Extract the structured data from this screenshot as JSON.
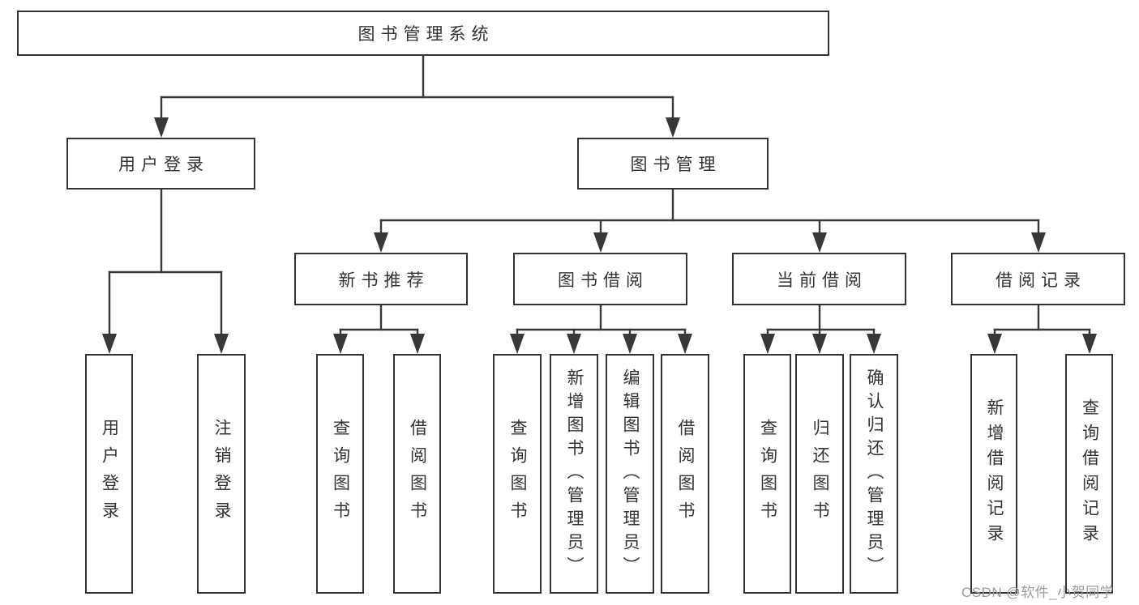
{
  "colors": {
    "line": "#383838",
    "box_border": "#333333",
    "text": "#333333",
    "watermark": "#9b9b9b",
    "background": "#ffffff"
  },
  "tree": {
    "label": "图书管理系统",
    "children": [
      {
        "label": "用户登录",
        "children": [
          {
            "label": "用户登录"
          },
          {
            "label": "注销登录"
          }
        ]
      },
      {
        "label": "图书管理",
        "children": [
          {
            "label": "新书推荐",
            "children": [
              {
                "label": "查询图书"
              },
              {
                "label": "借阅图书"
              }
            ]
          },
          {
            "label": "图书借阅",
            "children": [
              {
                "label": "查询图书"
              },
              {
                "label": "新增图书（管理员）"
              },
              {
                "label": "编辑图书（管理员）"
              },
              {
                "label": "借阅图书"
              }
            ]
          },
          {
            "label": "当前借阅",
            "children": [
              {
                "label": "查询图书"
              },
              {
                "label": "归还图书"
              },
              {
                "label": "确认归还（管理员）"
              }
            ]
          },
          {
            "label": "借阅记录",
            "children": [
              {
                "label": "新增借阅记录"
              },
              {
                "label": "查询借阅记录"
              }
            ]
          }
        ]
      }
    ]
  },
  "watermark": "CSDN @软件_小贺同学"
}
